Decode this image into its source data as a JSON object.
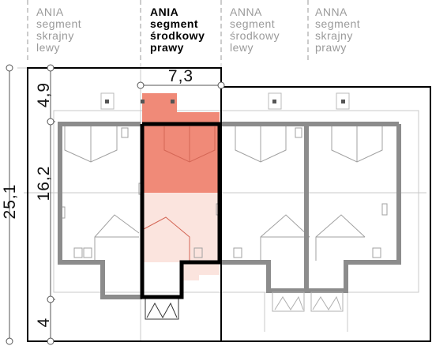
{
  "segments": [
    {
      "lines": [
        "ANIA",
        "segment",
        "skrajny",
        "lewy"
      ],
      "active": false
    },
    {
      "lines": [
        "ANIA",
        "segment",
        "środkowy",
        "prawy"
      ],
      "active": true
    },
    {
      "lines": [
        "ANNA",
        "segment",
        "środkowy",
        "lewy"
      ],
      "active": false
    },
    {
      "lines": [
        "ANNA",
        "segment",
        "skrajny",
        "prawy"
      ],
      "active": false
    }
  ],
  "dimensions": {
    "total_depth": "25,1",
    "front_depth": "4,9",
    "house_depth": "16,2",
    "rear_depth": "4",
    "segment_width": "7,3"
  },
  "colors": {
    "highlight_dark": "#f08a78",
    "highlight_light": "#fbe4de",
    "wall": "#8c8c8c",
    "outline": "#000000"
  }
}
